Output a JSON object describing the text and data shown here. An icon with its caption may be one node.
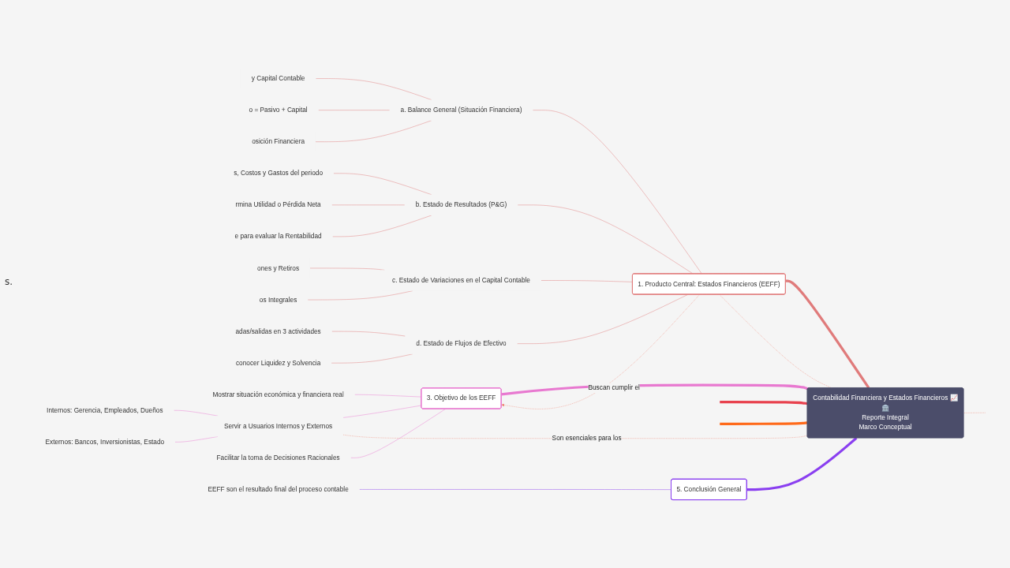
{
  "diagram": {
    "nodes": [
      {
        "text": [
          "Contabilidad Financiera y Estados Financieros 📈🏛️",
          "Reporte Integral",
          "Marco Conceptual"
        ]
      },
      {
        "text": [
          "1. Producto Central: Estados Financieros (EEFF)"
        ]
      },
      {
        "text": [
          "a. Balance General (Situación Financiera)"
        ]
      },
      {
        "text": [
          "y Capital Contable"
        ]
      },
      {
        "text": [
          "o = Pasivo + Capital"
        ]
      },
      {
        "text": [
          "osición Financiera"
        ]
      },
      {
        "text": [
          "b. Estado de Resultados (P&G)"
        ]
      },
      {
        "text": [
          "s, Costos y Gastos del periodo"
        ]
      },
      {
        "text": [
          "rmina Utilidad o Pérdida Neta"
        ]
      },
      {
        "text": [
          "e para evaluar la Rentabilidad"
        ]
      },
      {
        "text": [
          "c. Estado de Variaciones en el Capital Contable"
        ]
      },
      {
        "text": [
          "ones y Retiros"
        ]
      },
      {
        "text": [
          "os Integrales"
        ]
      },
      {
        "text": [
          "d. Estado de Flujos de Efectivo"
        ]
      },
      {
        "text": [
          "adas/salidas en 3 actividades"
        ]
      },
      {
        "text": [
          "conocer Liquidez y Solvencia"
        ]
      },
      {
        "text": [
          "3. Objetivo de los EEFF"
        ]
      },
      {
        "text": [
          "Mostrar situación económica y financiera real"
        ]
      },
      {
        "text": [
          "Servir a Usuarios Internos y Externos"
        ]
      },
      {
        "text": [
          "Internos: Gerencia, Empleados, Dueños"
        ]
      },
      {
        "text": [
          "Externos: Bancos, Inversionistas, Estado"
        ]
      },
      {
        "text": [
          "Facilitar la toma de Decisiones Racionales"
        ]
      },
      {
        "text": [
          "5. Conclusión General"
        ]
      },
      {
        "text": [
          "EEFF son el resultado final del proceso contable"
        ]
      }
    ],
    "edges": [
      {
        "from": 0,
        "to": 1,
        "arrow": "none",
        "style": "thick"
      },
      {
        "from": 1,
        "to": 2,
        "arrow": "none"
      },
      {
        "from": 2,
        "to": 3,
        "arrow": "none"
      },
      {
        "from": 2,
        "to": 4,
        "arrow": "none"
      },
      {
        "from": 2,
        "to": 5,
        "arrow": "none"
      },
      {
        "from": 1,
        "to": 6,
        "arrow": "none"
      },
      {
        "from": 6,
        "to": 7,
        "arrow": "none"
      },
      {
        "from": 6,
        "to": 8,
        "arrow": "none"
      },
      {
        "from": 6,
        "to": 9,
        "arrow": "none"
      },
      {
        "from": 1,
        "to": 10,
        "arrow": "none"
      },
      {
        "from": 10,
        "to": 11,
        "arrow": "none"
      },
      {
        "from": 10,
        "to": 12,
        "arrow": "none"
      },
      {
        "from": 1,
        "to": 13,
        "arrow": "none"
      },
      {
        "from": 13,
        "to": 14,
        "arrow": "none"
      },
      {
        "from": 13,
        "to": 15,
        "arrow": "none"
      },
      {
        "from": 0,
        "to": 16,
        "arrow": "none",
        "style": "thick",
        "color": "#e879d0"
      },
      {
        "from": 16,
        "to": 17,
        "arrow": "none",
        "color": "#e879d0"
      },
      {
        "from": 16,
        "to": 18,
        "arrow": "none",
        "color": "#e879d0"
      },
      {
        "from": 18,
        "to": 19,
        "arrow": "none",
        "color": "#e879d0"
      },
      {
        "from": 18,
        "to": 20,
        "arrow": "none",
        "color": "#e879d0"
      },
      {
        "from": 16,
        "to": 21,
        "arrow": "none",
        "color": "#e879d0"
      },
      {
        "from": 0,
        "to": 22,
        "arrow": "none",
        "style": "thick",
        "color": "#8a3ff0"
      },
      {
        "from": 22,
        "to": 23,
        "arrow": "none",
        "color": "#8a3ff0"
      },
      {
        "from": 0,
        "to": null,
        "arrow": "none",
        "style": "thick",
        "color": "#e8424e"
      },
      {
        "from": 0,
        "to": null,
        "arrow": "none",
        "style": "thick",
        "color": "#ff6a1a"
      },
      {
        "from": 1,
        "to": 0,
        "arrow": "none",
        "style": "dashed",
        "color": "#f08a7a"
      },
      {
        "from": 1,
        "to": 16,
        "label": "Buscan cumplir el",
        "arrow": "to",
        "style": "dashed",
        "color": "#f08a7a"
      },
      {
        "from": 18,
        "to": 0,
        "label": "Son esenciales para los",
        "arrow": "none",
        "style": "dashed",
        "color": "#f08a7a"
      },
      {
        "from": null,
        "to": 0,
        "arrow": "none",
        "style": "dashed",
        "color": "#f08a7a"
      }
    ],
    "labels": [
      "s."
    ]
  }
}
